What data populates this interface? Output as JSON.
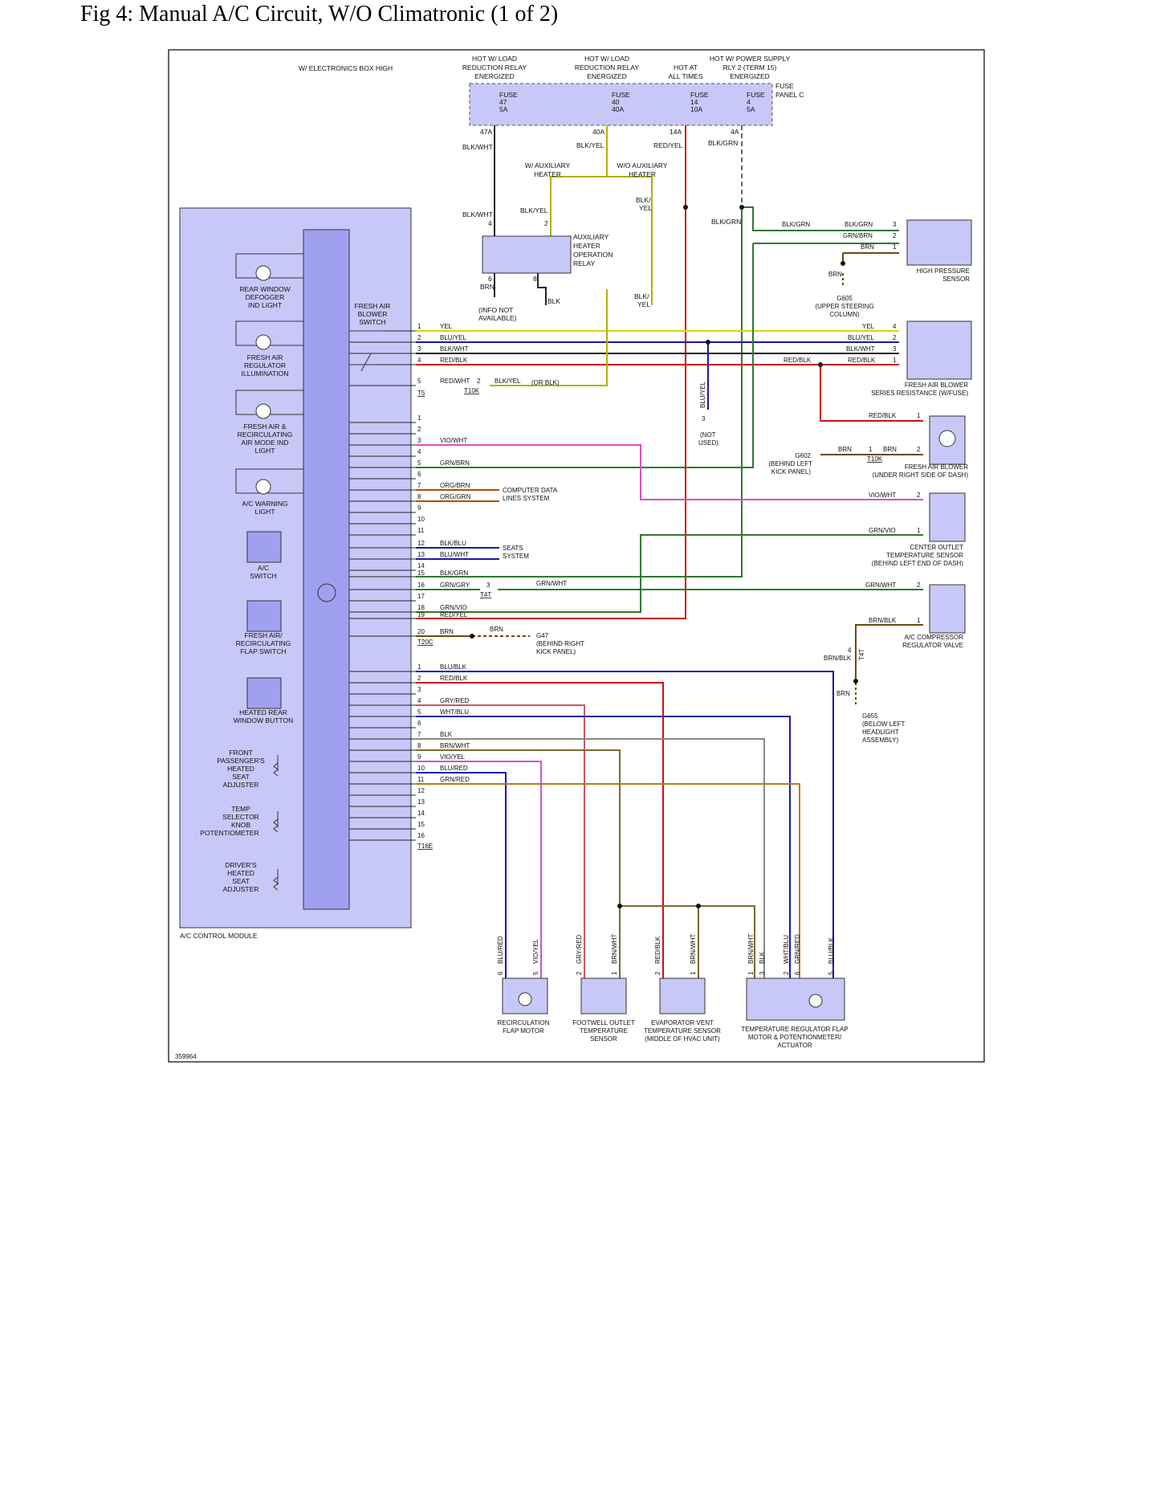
{
  "title": "Fig 4: Manual A/C Circuit, W/O Climatronic (1 of 2)",
  "diagram_id": "359964",
  "colors": {
    "module_fill": "#c8c8f8",
    "module_bar": "#a0a0f0",
    "wire_yel": "#d8d800",
    "wire_blk": "#222222",
    "wire_red": "#cc1111",
    "wire_grn": "#2f7a2f",
    "wire_vio": "#d44fd4",
    "wire_blu": "#1010c0",
    "wire_brn": "#7a5a10",
    "wire_grnred": "#b87a20"
  },
  "header": {
    "electronics_note": "W/ ELECTRONICS BOX HIGH",
    "fuse_panel": [
      "FUSE",
      "PANEL C"
    ],
    "supplies": [
      {
        "lines": [
          "HOT W/ LOAD",
          "REDUCTION RELAY",
          "ENERGIZED"
        ]
      },
      {
        "lines": [
          "HOT W/ LOAD",
          "REDUCTION RELAY",
          "ENERGIZED"
        ]
      },
      {
        "lines": [
          "HOT AT",
          "ALL TIMES"
        ]
      },
      {
        "lines": [
          "HOT W/ POWER SUPPLY",
          "RLY 2 (TERM 15)",
          "ENERGIZED"
        ]
      }
    ],
    "fuses": [
      {
        "label": "FUSE",
        "num": "47",
        "amp": "5A",
        "term": "47A",
        "wire": "BLK/WHT"
      },
      {
        "label": "FUSE",
        "num": "40",
        "amp": "40A",
        "term": "40A",
        "wire": "BLK/YEL"
      },
      {
        "label": "FUSE",
        "num": "14",
        "amp": "10A",
        "term": "14A",
        "wire": "RED/YEL"
      },
      {
        "label": "FUSE",
        "num": "4",
        "amp": "5A",
        "term": "4A",
        "wire": "BLK/GRN"
      }
    ]
  },
  "aux": {
    "with_heater": [
      "W/ AUXILIARY",
      "HEATER"
    ],
    "without_heater": [
      "W/O AUXILIARY",
      "HEATER"
    ],
    "relay": [
      "AUXILIARY",
      "HEATER",
      "OPERATION",
      "RELAY"
    ],
    "relay_in_wire": "BLK/WHT",
    "relay_in_pin": "4",
    "relay_pin2_wire": "BLK/YEL",
    "relay_pin2": "2",
    "relay_pin6": "6",
    "relay_pin8": "8",
    "relay_out_wire": "BRN",
    "relay_pin8_wire": "BLK",
    "blk_yel_right": [
      "BLK/",
      "YEL"
    ],
    "blk_yel_lower": [
      "BLK/",
      "YEL"
    ],
    "info": [
      "(INFO NOT",
      "AVAILABLE)"
    ],
    "blk_grn": "BLK/GRN"
  },
  "module": {
    "name": "A/C CONTROL MODULE",
    "components": [
      {
        "lines": [
          "REAR WINDOW",
          "DEFOGGER",
          "IND LIGHT"
        ]
      },
      {
        "lines": [
          "FRESH AIR",
          "REGULATOR",
          "ILLUMINATION"
        ]
      },
      {
        "lines": [
          "FRESH AIR &",
          "RECIRCULATING",
          "AIR MODE IND",
          "LIGHT"
        ]
      },
      {
        "lines": [
          "A/C WARNING",
          "LIGHT"
        ]
      },
      {
        "lines": [
          "A/C",
          "SWITCH"
        ]
      },
      {
        "lines": [
          "FRESH AIR/",
          "RECIRCULATING",
          "FLAP SWITCH"
        ]
      },
      {
        "lines": [
          "HEATED REAR",
          "WINDOW BUTTON"
        ]
      },
      {
        "lines": [
          "FRONT",
          "PASSENGER'S",
          "HEATED",
          "SEAT",
          "ADJUSTER"
        ]
      },
      {
        "lines": [
          "TEMP",
          "SELECTOR",
          "KNOB",
          "POTENTIOMETER"
        ]
      },
      {
        "lines": [
          "DRIVER'S",
          "HEATED",
          "SEAT",
          "ADJUSTER"
        ]
      }
    ],
    "blower_switch": [
      "FRESH AIR",
      "BLOWER",
      "SWITCH"
    ]
  },
  "connectors": {
    "t5": {
      "name": "T5",
      "pins": [
        {
          "n": "1",
          "wire": "YEL"
        },
        {
          "n": "2",
          "wire": "BLU/YEL"
        },
        {
          "n": "3",
          "wire": "BLK/WHT"
        },
        {
          "n": "4",
          "wire": "RED/BLK"
        },
        {
          "n": "5",
          "wire": "RED/WHT"
        }
      ]
    },
    "t20c": {
      "name": "T20C",
      "pins": [
        {
          "n": "1",
          "wire": ""
        },
        {
          "n": "2",
          "wire": ""
        },
        {
          "n": "3",
          "wire": "VIO/WHT"
        },
        {
          "n": "4",
          "wire": ""
        },
        {
          "n": "5",
          "wire": "GRN/BRN"
        },
        {
          "n": "6",
          "wire": ""
        },
        {
          "n": "7",
          "wire": "ORG/BRN"
        },
        {
          "n": "8",
          "wire": "ORG/GRN"
        },
        {
          "n": "9",
          "wire": ""
        },
        {
          "n": "10",
          "wire": ""
        },
        {
          "n": "11",
          "wire": ""
        },
        {
          "n": "12",
          "wire": "BLK/BLU"
        },
        {
          "n": "13",
          "wire": "BLU/WHT"
        },
        {
          "n": "14",
          "wire": ""
        },
        {
          "n": "15",
          "wire": "BLK/GRN"
        },
        {
          "n": "16",
          "wire": "GRN/GRY"
        },
        {
          "n": "17",
          "wire": ""
        },
        {
          "n": "18",
          "wire": "GRN/VIO"
        },
        {
          "n": "19",
          "wire": "RED/YEL"
        },
        {
          "n": "20",
          "wire": "BRN"
        }
      ]
    },
    "t16e": {
      "name": "T16E",
      "pins": [
        {
          "n": "1",
          "wire": "BLU/BLK"
        },
        {
          "n": "2",
          "wire": "RED/BLK"
        },
        {
          "n": "3",
          "wire": ""
        },
        {
          "n": "4",
          "wire": "GRY/RED"
        },
        {
          "n": "5",
          "wire": "WHT/BLU"
        },
        {
          "n": "6",
          "wire": ""
        },
        {
          "n": "7",
          "wire": "BLK"
        },
        {
          "n": "8",
          "wire": "BRN/WHT"
        },
        {
          "n": "9",
          "wire": "VIO/YEL"
        },
        {
          "n": "10",
          "wire": "BLU/RED"
        },
        {
          "n": "11",
          "wire": "GRN/RED"
        },
        {
          "n": "12",
          "wire": ""
        },
        {
          "n": "13",
          "wire": ""
        },
        {
          "n": "14",
          "wire": ""
        },
        {
          "n": "15",
          "wire": ""
        },
        {
          "n": "16",
          "wire": ""
        }
      ]
    }
  },
  "mid": {
    "t10k_pin2": "2",
    "t10k_pin2_wire": "BLK/YEL",
    "or_blk": "(OR BLK)",
    "t10k": "T10K",
    "blu_yel_vertical": "BLU/YEL",
    "t10k_pin3": "3",
    "not_used": [
      "(NOT",
      "USED)"
    ],
    "computer_data": [
      "COMPUTER DATA",
      "LINES SYSTEM"
    ],
    "seats": [
      "SEATS",
      "SYSTEM"
    ],
    "t4t_pin3": "3",
    "t4t": "T4T",
    "grn_wht": "GRN/WHT",
    "brn": "BRN",
    "g47": [
      "G47",
      "(BEHIND RIGHT",
      "KICK PANEL)"
    ]
  },
  "right": {
    "hps": {
      "name": [
        "HIGH PRESSURE",
        "SENSOR"
      ],
      "pins": [
        {
          "n": "3",
          "wire": "BLK/GRN"
        },
        {
          "n": "2",
          "wire": "GRN/BRN"
        },
        {
          "n": "1",
          "wire": "BRN"
        }
      ],
      "in_wire": "BLK/GRN"
    },
    "g605": {
      "wire": "BRN",
      "lines": [
        "G605",
        "(UPPER STEERING",
        "COLUMN)"
      ]
    },
    "blower_res": {
      "name": [
        "FRESH AIR BLOWER",
        "SERIES RESISTANCE (W/FUSE)"
      ],
      "pins": [
        {
          "n": "4",
          "wire": "YEL"
        },
        {
          "n": "2",
          "wire": "BLU/YEL"
        },
        {
          "n": "3",
          "wire": "BLK/WHT"
        },
        {
          "n": "1",
          "wire": "RED/BLK"
        }
      ],
      "left_wire": "RED/BLK"
    },
    "blower": {
      "name": [
        "FRESH AIR BLOWER",
        "(UNDER RIGHT SIDE OF DASH)"
      ],
      "pin1": "1",
      "pin1_wire": "RED/BLK",
      "pin2": "2",
      "pin2_wire": "BRN",
      "t10k_pin": "1",
      "t10k": "T10K",
      "brn": "BRN"
    },
    "g602": [
      "G602",
      "(BEHIND LEFT",
      "KICK PANEL)"
    ],
    "center_outlet": {
      "name": [
        "CENTER OUTLET",
        "TEMPERATURE SENSOR",
        "(BEHIND LEFT END OF DASH)"
      ],
      "pins": [
        {
          "n": "2",
          "wire": "VIO/WHT"
        },
        {
          "n": "1",
          "wire": "GRN/VIO"
        }
      ]
    },
    "compressor": {
      "name": [
        "A/C COMPRESSOR",
        "REGULATOR VALVE"
      ],
      "pins": [
        {
          "n": "2",
          "wire": "GRN/WHT"
        },
        {
          "n": "1",
          "wire": "BRN/BLK"
        }
      ],
      "t4t": "T4T",
      "t4t_pin": "4",
      "down_wire": "BRN/BLK",
      "brn": "BRN"
    },
    "g655": [
      "G655",
      "(BELOW LEFT",
      "HEADLIGHT",
      "ASSEMBLY)"
    ]
  },
  "bottom": {
    "components": [
      {
        "name": [
          "RECIRCULATION",
          "FLAP MOTOR"
        ],
        "pins": [
          {
            "n": "6",
            "wire": "BLU/RED"
          },
          {
            "n": "5",
            "wire": "VIO/YEL"
          }
        ]
      },
      {
        "name": [
          "FOOTWELL OUTLET",
          "TEMPERATURE",
          "SENSOR"
        ],
        "pins": [
          {
            "n": "2",
            "wire": "GRY/RED"
          },
          {
            "n": "1",
            "wire": "BRN/WHT"
          }
        ]
      },
      {
        "name": [
          "EVAPORATOR VENT",
          "TEMPERATURE SENSOR",
          "(MIDDLE OF HVAC UNIT)"
        ],
        "pins": [
          {
            "n": "2",
            "wire": "RED/BLK"
          },
          {
            "n": "1",
            "wire": "BRN/WHT"
          }
        ]
      },
      {
        "name": [
          "TEMPERATURE REGULATOR FLAP",
          "MOTOR & POTENTIONMETER/",
          "ACTUATOR"
        ],
        "pins": [
          {
            "n": "1",
            "wire": "BRN/WHT"
          },
          {
            "n": "3",
            "wire": "BLK"
          },
          {
            "n": "2",
            "wire": "WHT/BLU"
          },
          {
            "n": "6",
            "wire": "GRN/RED"
          },
          {
            "n": "5",
            "wire": "BLU/BLK"
          }
        ]
      }
    ]
  }
}
